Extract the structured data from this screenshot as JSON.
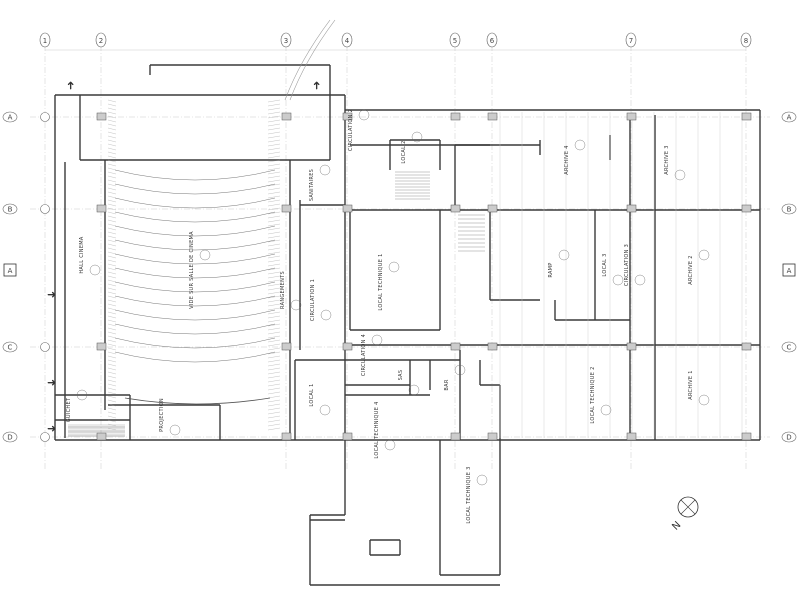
{
  "grid": {
    "columns": [
      "1",
      "2",
      "3",
      "4",
      "5",
      "6",
      "7",
      "8"
    ],
    "rows": [
      "A",
      "B",
      "C",
      "D"
    ],
    "section_marker": "A"
  },
  "rooms": [
    {
      "name": "HALL CINEMA"
    },
    {
      "name": "VIDE SUR SALLE DE CINEMA"
    },
    {
      "name": "RANGEMENTS"
    },
    {
      "name": "SANITAIRES"
    },
    {
      "name": "CIRCULATION 1"
    },
    {
      "name": "CIRCULATION 2"
    },
    {
      "name": "CIRCULATION 3"
    },
    {
      "name": "CIRCULATION 4"
    },
    {
      "name": "LOCAL 1"
    },
    {
      "name": "LOCAL 2"
    },
    {
      "name": "LOCAL 3"
    },
    {
      "name": "LOCAL TECHNIQUE 1"
    },
    {
      "name": "LOCAL TECHNIQUE 2"
    },
    {
      "name": "LOCAL TECHNIQUE 3"
    },
    {
      "name": "LOCAL TECHNIQUE 4"
    },
    {
      "name": "GUICHET"
    },
    {
      "name": "PROJECTION"
    },
    {
      "name": "RAMP"
    },
    {
      "name": "ARCHIVE 1"
    },
    {
      "name": "ARCHIVE 2"
    },
    {
      "name": "ARCHIVE 3"
    },
    {
      "name": "ARCHIVE 4"
    },
    {
      "name": "SAS"
    },
    {
      "name": "BAR"
    }
  ],
  "north_label": "N",
  "colors": {
    "line": "#555555",
    "wall": "#3a3a3a",
    "grid": "#bbbbbb",
    "column": "#cccccc"
  }
}
